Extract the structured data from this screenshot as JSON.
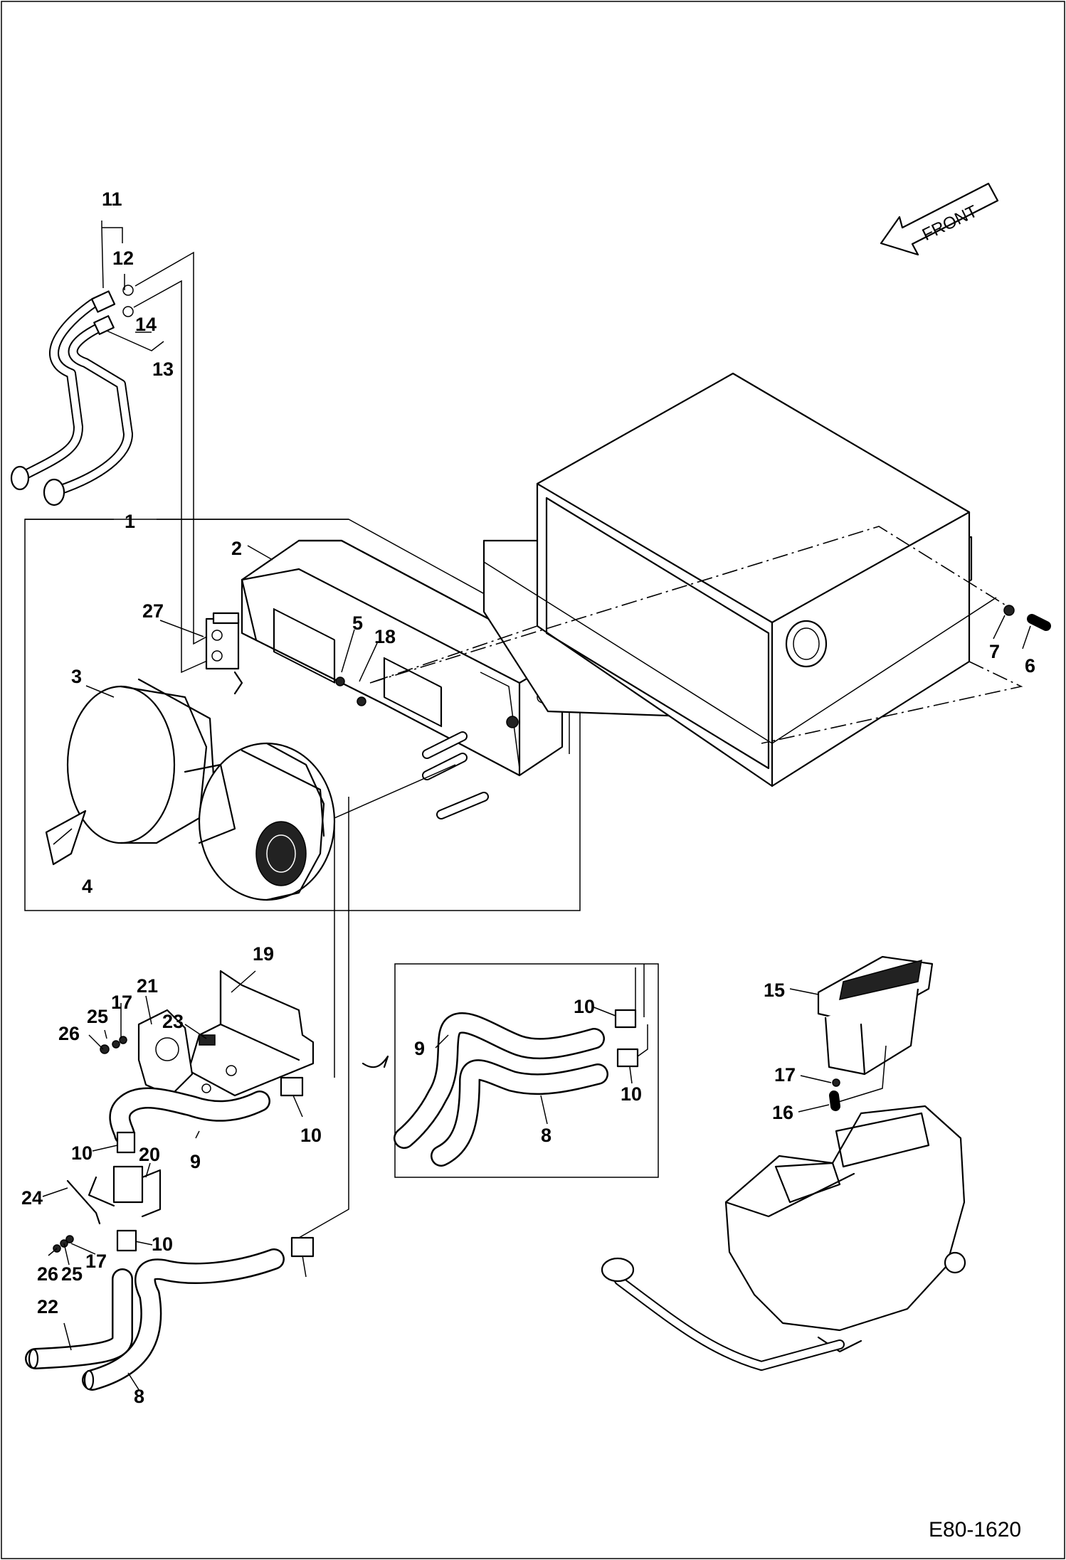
{
  "orientation": {
    "label": "FRONT",
    "icon": "front-direction-arrow-icon"
  },
  "figure_code": "E80-1620",
  "callouts": [
    {
      "id": "c11",
      "text": "11"
    },
    {
      "id": "c12",
      "text": "12"
    },
    {
      "id": "c14",
      "text": "14"
    },
    {
      "id": "c13",
      "text": "13"
    },
    {
      "id": "c1",
      "text": "1"
    },
    {
      "id": "c2",
      "text": "2"
    },
    {
      "id": "c27",
      "text": "27"
    },
    {
      "id": "c5",
      "text": "5"
    },
    {
      "id": "c18",
      "text": "18"
    },
    {
      "id": "c3",
      "text": "3"
    },
    {
      "id": "c4",
      "text": "4"
    },
    {
      "id": "c7",
      "text": "7"
    },
    {
      "id": "c6",
      "text": "6"
    },
    {
      "id": "c19",
      "text": "19"
    },
    {
      "id": "c21",
      "text": "21"
    },
    {
      "id": "c17a",
      "text": "17"
    },
    {
      "id": "c25a",
      "text": "25"
    },
    {
      "id": "c23",
      "text": "23"
    },
    {
      "id": "c26a",
      "text": "26"
    },
    {
      "id": "c10a",
      "text": "10"
    },
    {
      "id": "c9a",
      "text": "9"
    },
    {
      "id": "c10b",
      "text": "10"
    },
    {
      "id": "c20",
      "text": "20"
    },
    {
      "id": "c24",
      "text": "24"
    },
    {
      "id": "c10c",
      "text": "10"
    },
    {
      "id": "c26b",
      "text": "26"
    },
    {
      "id": "c25b",
      "text": "25"
    },
    {
      "id": "c17b",
      "text": "17"
    },
    {
      "id": "c22",
      "text": "22"
    },
    {
      "id": "c8a",
      "text": "8"
    },
    {
      "id": "c10d",
      "text": "10"
    },
    {
      "id": "c9b",
      "text": "9"
    },
    {
      "id": "c10e",
      "text": "10"
    },
    {
      "id": "c8b",
      "text": "8"
    },
    {
      "id": "c15",
      "text": "15"
    },
    {
      "id": "c17c",
      "text": "17"
    },
    {
      "id": "c16",
      "text": "16"
    }
  ]
}
